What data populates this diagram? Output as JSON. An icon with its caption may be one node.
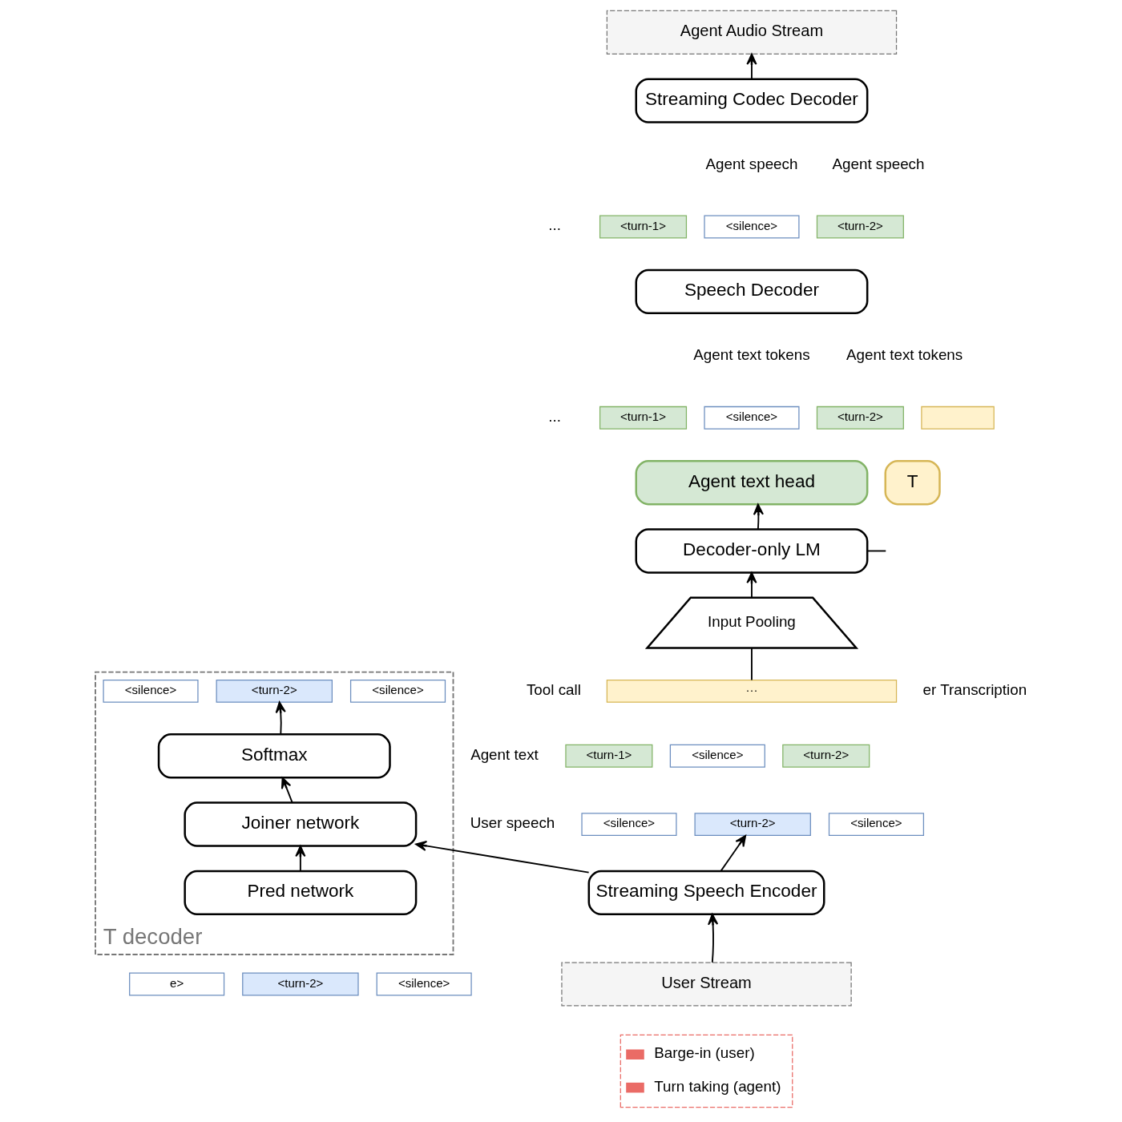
{
  "diagram": {
    "nodes": [
      {
        "text": [
          "Agent Audio Stream"
        ]
      },
      {
        "text": [
          "Streaming Codec Decoder"
        ]
      },
      {
        "text": [
          "<turn-1>"
        ]
      },
      {
        "text": [
          "<silence>"
        ]
      },
      {
        "text": [
          "<turn-2>"
        ]
      },
      {
        "text": [
          "Speech Decoder"
        ]
      },
      {
        "text": [
          "<turn-1>"
        ]
      },
      {
        "text": [
          "<silence>"
        ]
      },
      {
        "text": [
          "<turn-2>"
        ]
      },
      {
        "text": [
          "T decoder"
        ]
      },
      {
        "text": [
          "<silence>"
        ],
        "in": 9
      },
      {
        "text": [
          "<turn-2>"
        ],
        "in": 9
      },
      {
        "text": [
          "<silence>"
        ],
        "in": 9
      },
      {
        "text": [],
        "shape": "bar"
      },
      {
        "text": [
          "Agent text head"
        ]
      },
      {
        "text": [
          "T"
        ]
      },
      {
        "text": [
          "Softmax"
        ],
        "in": 9
      },
      {
        "text": [
          "Decoder-only LM"
        ]
      },
      {
        "text": [
          "Input Pooling"
        ]
      },
      {
        "text": [
          "Joiner network"
        ],
        "in": 9
      },
      {
        "text": [
          "···"
        ]
      },
      {
        "text": [
          "<turn-1>"
        ]
      },
      {
        "text": [
          "<silence>"
        ]
      },
      {
        "text": [
          "<turn-2>"
        ]
      },
      {
        "text": [
          "<silence>"
        ]
      },
      {
        "text": [
          "<turn-2>"
        ]
      },
      {
        "text": [
          "<silence>"
        ]
      },
      {
        "text": [
          "Pred network"
        ],
        "in": 9
      },
      {
        "text": [
          "Streaming Speech Encoder"
        ]
      },
      {
        "text": [
          "e>"
        ]
      },
      {
        "text": [
          "<turn-2>"
        ]
      },
      {
        "text": [
          "<silence>"
        ]
      },
      {
        "text": [
          "User Stream"
        ]
      }
    ],
    "edges": [
      {
        "from": 1,
        "to": 0,
        "arrow": "to"
      },
      {
        "from": 17,
        "to": 14,
        "arrow": "to"
      },
      {
        "from": 17,
        "to": null,
        "arrow": "none"
      },
      {
        "from": 18,
        "to": 17,
        "arrow": "to"
      },
      {
        "from": 20,
        "to": 18,
        "arrow": "none"
      },
      {
        "from": 28,
        "to": 25,
        "arrow": "to"
      },
      {
        "from": 32,
        "to": 28,
        "arrow": "to"
      },
      {
        "from": 16,
        "to": 11,
        "arrow": "to"
      },
      {
        "from": 19,
        "to": 16,
        "arrow": "to"
      },
      {
        "from": 27,
        "to": 19,
        "arrow": "to"
      },
      {
        "from": 28,
        "to": 19,
        "arrow": "to"
      }
    ],
    "labels": [
      "Agent speech",
      "Agent speech",
      "...",
      "Agent text tokens",
      "Agent text tokens",
      "...",
      "er Transcription",
      "Tool call",
      "Agent text",
      "User speech"
    ],
    "legend": [
      {
        "text": "Barge-in (user)"
      },
      {
        "text": "Turn taking (agent)"
      }
    ]
  }
}
